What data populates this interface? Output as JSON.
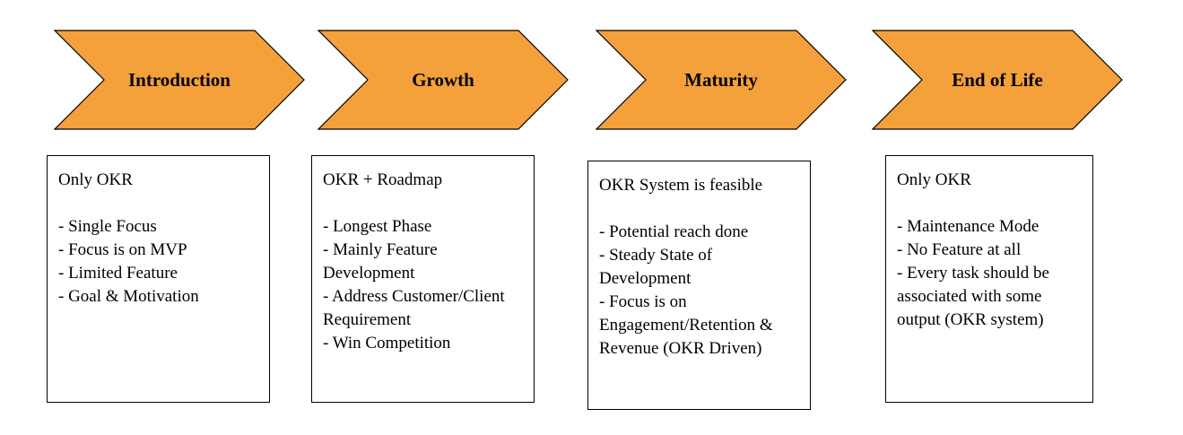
{
  "stages": [
    {
      "name": "Introduction",
      "heading": "Only OKR",
      "points": [
        "- Single Focus",
        "- Focus is on MVP",
        "- Limited Feature",
        "- Goal & Motivation"
      ]
    },
    {
      "name": "Growth",
      "heading": "OKR + Roadmap",
      "points": [
        "- Longest Phase",
        "- Mainly Feature Development",
        "- Address Customer/Client Requirement",
        "- Win Competition"
      ]
    },
    {
      "name": "Maturity",
      "heading": "OKR System is feasible",
      "points": [
        "- Potential reach done",
        "- Steady State of Development",
        "- Focus is on Engagement/Retention & Revenue  (OKR Driven)"
      ]
    },
    {
      "name": "End of Life",
      "heading": "Only OKR",
      "points": [
        "- Maintenance Mode",
        "- No Feature at all",
        "- Every task should be associated with some output (OKR system)"
      ]
    }
  ],
  "colors": {
    "chevron_fill": "#F4A03B",
    "chevron_stroke": "#000000",
    "box_border": "#000000"
  }
}
